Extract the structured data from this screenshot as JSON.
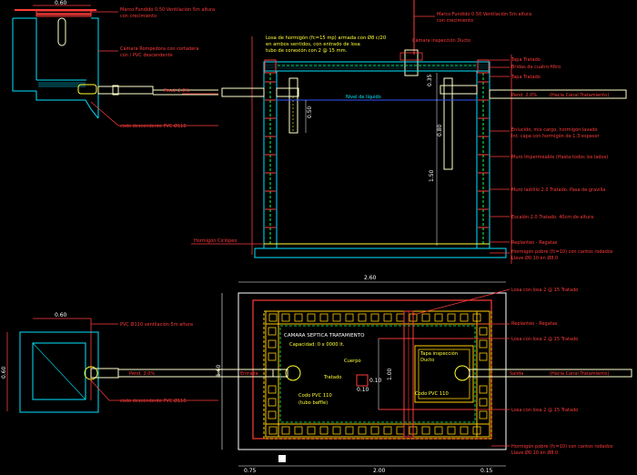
{
  "colors": {
    "background": "#000000",
    "wall": "#00e5ff",
    "pipe": "#ffffcc",
    "leader": "#ff3b3b",
    "rebar": "#00ff66",
    "brick": "#ffcc00",
    "dimension": "#ffffff"
  },
  "dims": {
    "top_left_width": "0.60",
    "section_top": "0.35",
    "section_mid": "0.80",
    "section_left": "0.50",
    "section_height": "1.50",
    "plan_width": "2.60",
    "plan_height": "1.60",
    "plan_inner_height": "1.00",
    "bottom_left": "0.75",
    "bottom_mid": "2.00",
    "bottom_right": "0.15",
    "bottom_left_width": "0.60",
    "bottom_left_height": "0.60",
    "pit_small_1": "0.10",
    "pit_small_2": "0.10"
  },
  "labels": {
    "tl_tapa": "Marco Fundido 0.50 Ventilación 5m altura",
    "tl_tapa2": "con crecimiento",
    "tl_camara": "Cámara Rompedora con cortadera",
    "tl_camara2": "con / PVC descendente",
    "tl_pend": "Pend. 2.0%",
    "tl_codo": "codo descendente PVC Ø110",
    "top_marco": "Marco Fundido 0.50 Ventilación 5m altura",
    "top_marco2": "con crecimiento",
    "top_losa": "Losa de hormigón (fc=15 mp) armada con Ø8 c/20",
    "top_losa2": "en ambos sentidos, con entrado de losa",
    "top_losa3": "tubo de conexión con 2 @ 15 mm.",
    "top_camara_insp": "Cámara inspección Ducto",
    "r_tapa": "Tapa Tratado",
    "r_bridas": "Bridas de cuatro filtro",
    "r_tapa2": "Tapa Tratado",
    "r_pend": "Pend. 2.0%",
    "r_hacia": "(Hacia Canal Tratamiento)",
    "nivel_liquido": "Nivel de líquido",
    "r_enlucido": "Enlucido, mix cargo, hormigón lavado",
    "r_enlucido2": "Int. capa con hormigón de 1:3 espesor",
    "r_muro_imp": "Muro Impermeable (Hasta todos los lados)",
    "r_muro_lad": "Muro ladrillo 2.0 Tratado. Pasa de gravilla",
    "r_escalon": "Escalón 2.0 Tratado. 40cm de altura",
    "r_replant": "Replanteo - Regatas",
    "r_hormigon": "Hormigón pobre (fc=10) con cantos rodados",
    "r_hormigon2": "Llave Ø0.10 en Ø8.0",
    "hormigon_ciclopeo": "Hormigón Ciclópeo",
    "bl_pvc": "PVC Ø110 ventilación 5m altura",
    "bl_pend": "Pend. 2.0%",
    "bl_codo": "codo descendente PVC Ø110",
    "plan_title": "CAMARA SEPTICA TRATAMIENTO",
    "plan_capacity": "Capacidad: 0 x 0000 lt.",
    "plan_entrada": "Entrada",
    "plan_salida": "Salida",
    "plan_hacia": "(Hacia Canal Tratamiento)",
    "plan_codo_in": "Codo PVC 110",
    "plan_codo_in2": "(tubo baffle)",
    "plan_codo_out": "Codo PVC 110",
    "plan_tratado": "Tratado",
    "plan_cuerpo": "Cuerpo",
    "plan_tapa_insp": "Tapa inspección",
    "plan_tapa_insp2": "Ducto",
    "pr_losa_bor": "Losa con losa 2 @ 15 Tratado",
    "pr_replant": "Replanteo - Regatas",
    "pr_losa_conc1": "Losa con losa 2 @ 15 Tratado",
    "pr_losa_conc2": "Losa con losa 2 @ 15 Tratado",
    "pr_hormigon": "Hormigón pobre (fc=10) con cantos rodados",
    "pr_hormigon2": "Llave Ø0.10 en Ø8.0"
  }
}
